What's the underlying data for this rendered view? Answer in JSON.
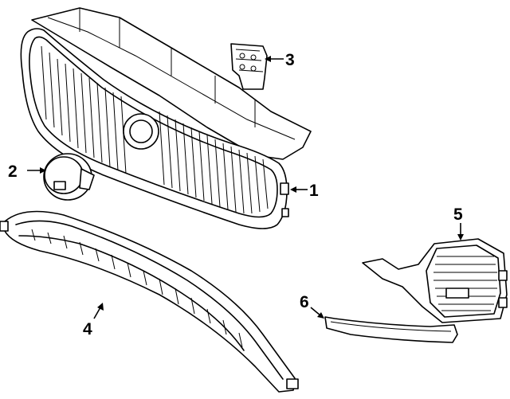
{
  "callouts": [
    {
      "number": "1",
      "part": "grille-assembly"
    },
    {
      "number": "2",
      "part": "emblem"
    },
    {
      "number": "3",
      "part": "bracket"
    },
    {
      "number": "4",
      "part": "lower-grille"
    },
    {
      "number": "5",
      "part": "fog-lamp-bezel"
    },
    {
      "number": "6",
      "part": "trim-molding"
    }
  ]
}
